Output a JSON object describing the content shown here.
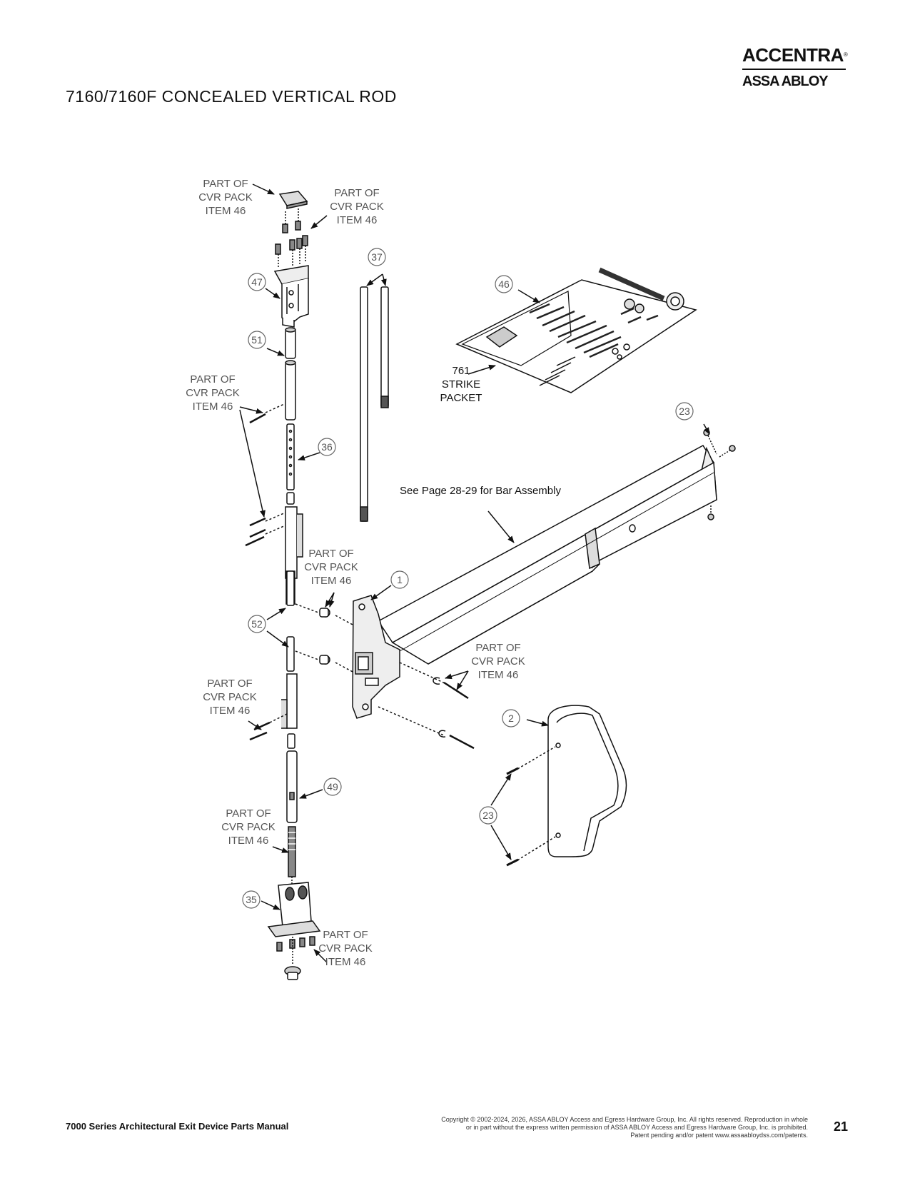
{
  "header": {
    "title": "7160/7160F CONCEALED VERTICAL ROD",
    "logo_top": "ACCENTRA",
    "logo_mark": "®",
    "logo_bottom": "ASSA ABLOY"
  },
  "labels": {
    "part_of": "PART OF",
    "cvr_pack": "CVR PACK",
    "item_46": "ITEM 46",
    "strike_761": "761",
    "strike": "STRIKE",
    "packet": "PACKET",
    "bar_note": "See Page 28-29 for Bar Assembly"
  },
  "callouts": {
    "c47": "47",
    "c37": "37",
    "c46": "46",
    "c51": "51",
    "c36": "36",
    "c23a": "23",
    "c1": "1",
    "c52": "52",
    "c2": "2",
    "c49": "49",
    "c23b": "23",
    "c35": "35"
  },
  "colors": {
    "line": "#111111",
    "label": "#555555",
    "fill_dark": "#2a2a2a"
  },
  "footer": {
    "manual": "7000 Series Architectural Exit Device Parts Manual",
    "copyright_1": "Copyright © 2002-2024, 2026, ASSA ABLOY Access and Egress Hardware Group, Inc. All rights reserved. Reproduction in whole",
    "copyright_2": "or in part without the express written permission of ASSA ABLOY Access and Egress Hardware Group, Inc. is prohibited.",
    "copyright_3": "Patent pending and/or patent www.assaabloydss.com/patents.",
    "page": "21"
  }
}
